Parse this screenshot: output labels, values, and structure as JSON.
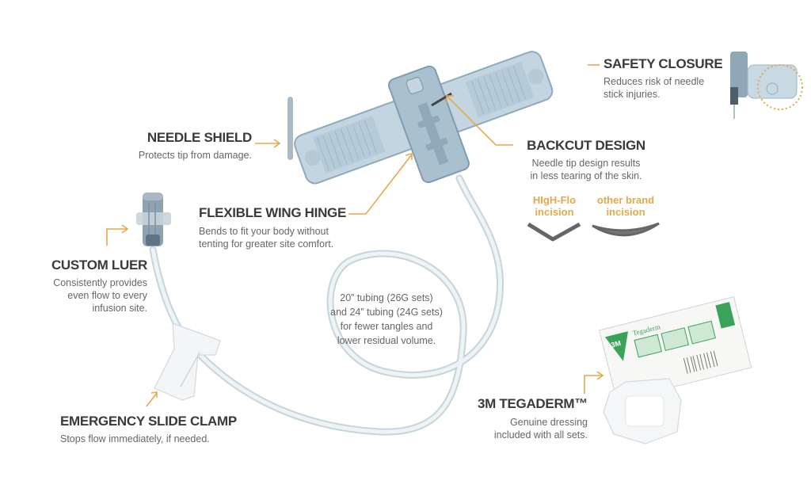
{
  "colors": {
    "accent_arrow": "#e6a84a",
    "title_text": "#3a3a3a",
    "desc_text": "#666666",
    "device_blue": "#b9cfdc",
    "device_blue_dark": "#7f9cb0",
    "tubing": "#d6e2e8",
    "tegaderm_green": "#3aa35a"
  },
  "callouts": {
    "needle_shield": {
      "title": "NEEDLE SHIELD",
      "desc": [
        "Protects tip from damage."
      ]
    },
    "safety_closure": {
      "title": "SAFETY CLOSURE",
      "desc": [
        "Reduces risk of needle",
        "stick injuries."
      ]
    },
    "backcut_design": {
      "title": "BACKCUT DESIGN",
      "desc": [
        "Needle tip design results",
        "in less tearing of the skin."
      ]
    },
    "flexible_wing_hinge": {
      "title": "FLEXIBLE WING HINGE",
      "desc": [
        "Bends to fit your body without",
        "tenting for greater site comfort."
      ]
    },
    "custom_luer": {
      "title": "CUSTOM LUER",
      "desc": [
        "Consistently provides",
        "even flow to every",
        "infusion site."
      ]
    },
    "emergency_slide_clamp": {
      "title": "EMERGENCY SLIDE CLAMP",
      "desc": [
        "Stops flow immediately, if needed."
      ]
    },
    "tegaderm": {
      "title": "3M TEGADERM™",
      "desc": [
        "Genuine dressing",
        "included with all sets."
      ]
    },
    "tubing": {
      "desc": [
        "20” tubing (26G sets)",
        "and 24” tubing (24G sets)",
        "for fewer tangles and",
        "lower residual volume."
      ]
    }
  },
  "incision_comparison": {
    "higflo": [
      "HIgH-Flo",
      "incision"
    ],
    "other": [
      "other brand",
      "incision"
    ]
  },
  "tegaderm_pack": {
    "logo": "3M",
    "brand": "Tegaderm"
  }
}
